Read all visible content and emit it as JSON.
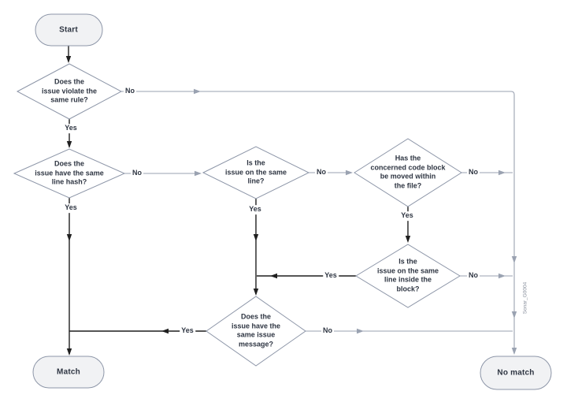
{
  "diagram": {
    "type": "flowchart",
    "nodes": {
      "start": "Start",
      "match": "Match",
      "no_match": "No match"
    },
    "decisions": [
      {
        "id": "violate-rule",
        "text": "Does the\nissue violate the\nsame rule?"
      },
      {
        "id": "line-hash",
        "text": "Does the\nissue have the same\nline hash?"
      },
      {
        "id": "same-line",
        "text": "Is the\nissue on the same\nline?"
      },
      {
        "id": "block-moved",
        "text": "Has the\nconcerned code block\nbe moved within\nthe file?"
      },
      {
        "id": "line-in-block",
        "text": "Is the\nissue on the same\nline inside the\nblock?"
      },
      {
        "id": "same-message",
        "text": "Does the\nissue have the\nsame issue\nmessage?"
      }
    ],
    "edge_labels": {
      "yes": "Yes",
      "no": "No"
    },
    "watermark": "Sonar_G0004",
    "colors": {
      "background": "#ffffff",
      "shape_border": "#8d96a8",
      "terminal_fill": "#f1f2f4",
      "edge_no": "#9aa2b1",
      "edge_yes": "#1f1f1f",
      "text": "#2e3542",
      "watermark": "#8a919e"
    }
  }
}
